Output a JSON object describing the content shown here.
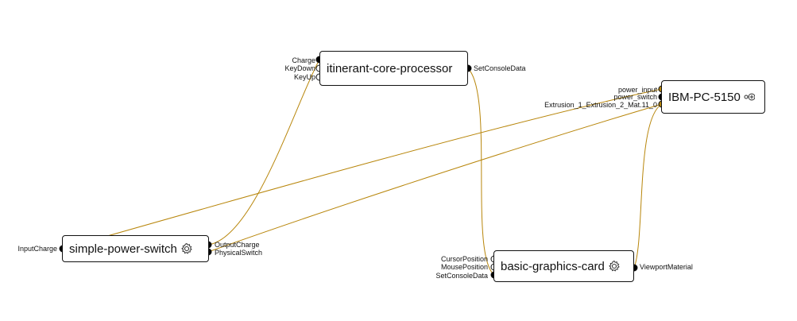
{
  "colors": {
    "wire": "#b8860b",
    "port_connected_gold": "#b8860b",
    "port_dark": "#000000",
    "port_hollow": "#ffffff"
  },
  "nodes": {
    "processor": {
      "title": "itinerant-core-processor",
      "inputs": [
        "Charge",
        "KeyDown",
        "KeyUp"
      ],
      "outputs": [
        "SetConsoleData"
      ]
    },
    "ibm": {
      "title": "IBM-PC-5150",
      "icon": "link-icon",
      "inputs": [
        "power_input",
        "power_switch",
        "Extrusion_1_Extrusion_2_Mat.11_0"
      ]
    },
    "switch": {
      "title": "simple-power-switch",
      "icon": "gear-icon",
      "inputs": [
        "InputCharge"
      ],
      "outputs": [
        "OutputCharge",
        "PhysicalSwitch"
      ]
    },
    "graphics": {
      "title": "basic-graphics-card",
      "icon": "gear-icon",
      "inputs": [
        "CursorPosition",
        "MousePosition",
        "SetConsoleData"
      ],
      "outputs": [
        "ViewportMaterial"
      ]
    }
  }
}
